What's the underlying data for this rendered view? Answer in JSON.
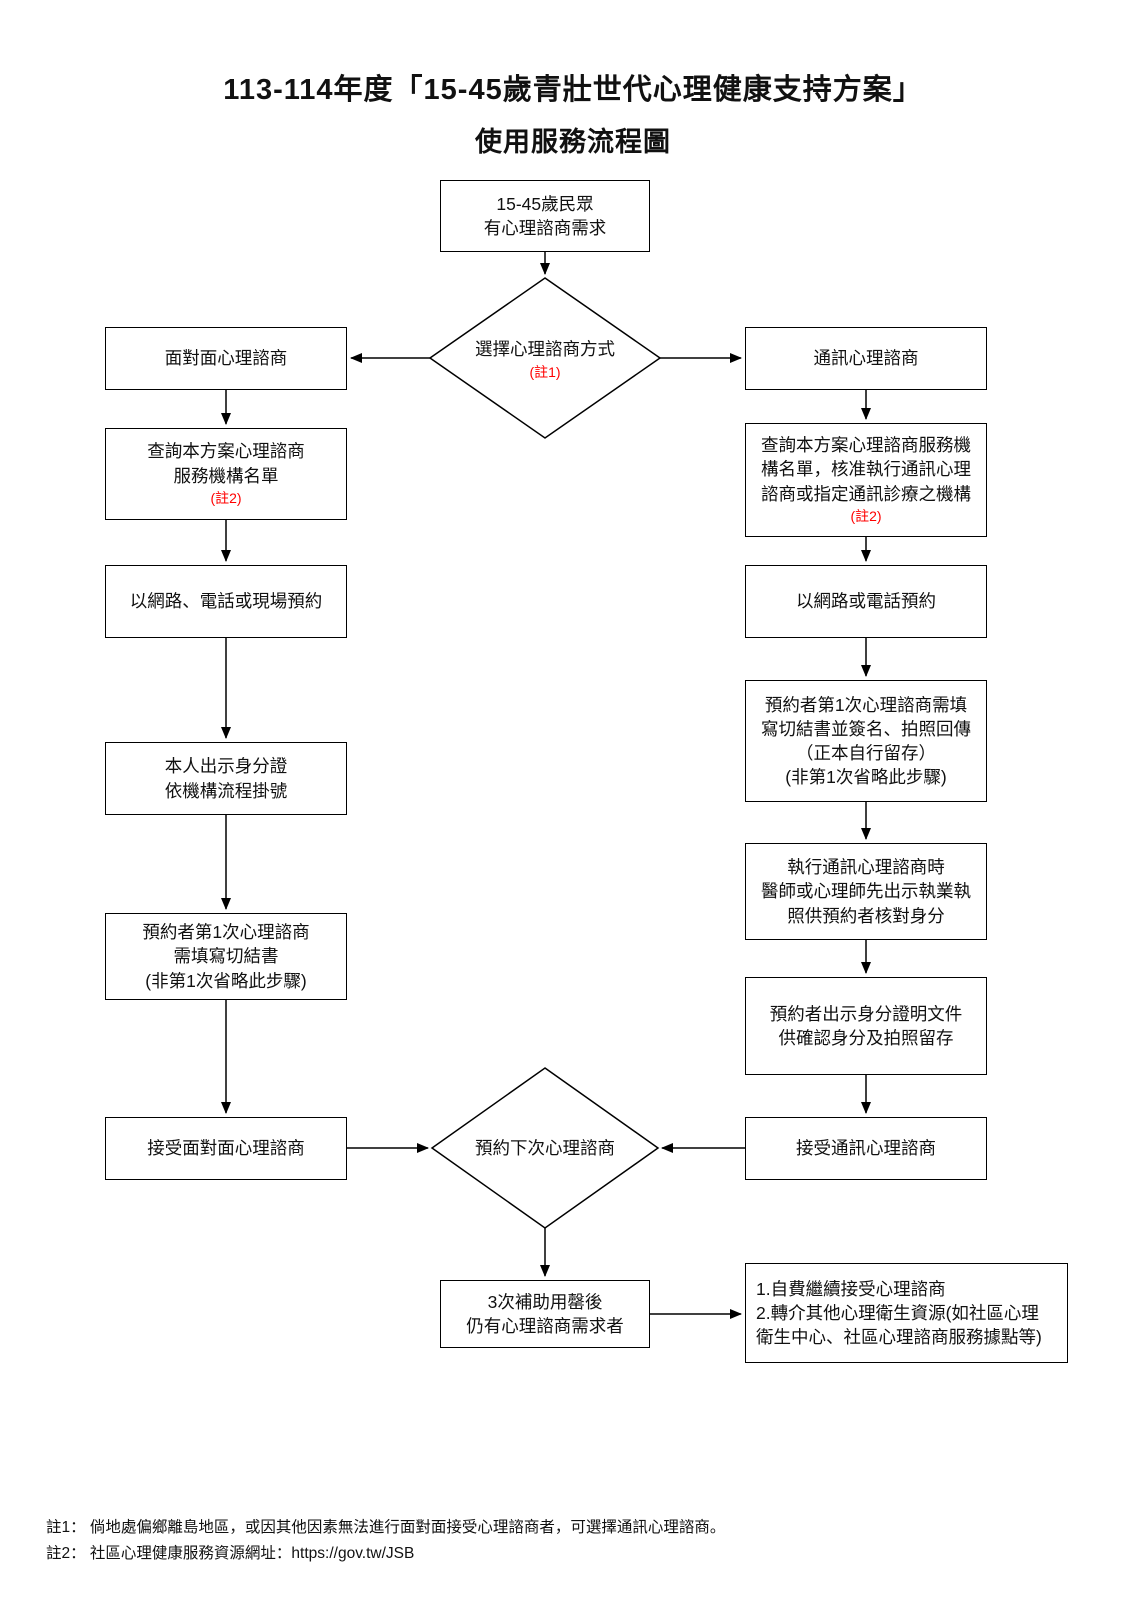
{
  "page": {
    "title_line1": "113-114年度「15-45歲青壯世代心理健康支持方案」",
    "title_line2": "使用服務流程圖"
  },
  "colors": {
    "note_red": "#FF0000",
    "line_black": "#000000",
    "background": "#FFFFFF"
  },
  "nodes": {
    "start": {
      "line1": "15-45歲民眾",
      "line2": "有心理諮商需求"
    },
    "decision_choose": {
      "label": "選擇心理諮商方式",
      "note": "(註1)"
    },
    "face_start": {
      "label": "面對面心理諮商"
    },
    "tele_start": {
      "label": "通訊心理諮商"
    },
    "face_query": {
      "line1": "查詢本方案心理諮商",
      "line2": "服務機構名單",
      "note": "(註2)"
    },
    "tele_query": {
      "line1": "查詢本方案心理諮商服務機",
      "line2": "構名單，核准執行通訊心理",
      "line3": "諮商或指定通訊診療之機構",
      "note": "(註2)"
    },
    "face_book": {
      "label": "以網路、電話或現場預約"
    },
    "tele_book": {
      "label": "以網路或電話預約"
    },
    "face_id": {
      "line1": "本人出示身分證",
      "line2": "依機構流程掛號"
    },
    "tele_consent": {
      "line1": "預約者第1次心理諮商需填",
      "line2": "寫切結書並簽名、拍照回傳",
      "line3": "（正本自行留存）",
      "line4": "(非第1次省略此步驟)"
    },
    "face_consent": {
      "line1": "預約者第1次心理諮商",
      "line2": "需填寫切結書",
      "line3": "(非第1次省略此步驟)"
    },
    "tele_license": {
      "line1": "執行通訊心理諮商時",
      "line2": "醫師或心理師先出示執業執",
      "line3": "照供預約者核對身分"
    },
    "tele_verify": {
      "line1": "預約者出示身分證明文件",
      "line2": "供確認身分及拍照留存"
    },
    "face_receive": {
      "label": "接受面對面心理諮商"
    },
    "tele_receive": {
      "label": "接受通訊心理諮商"
    },
    "decision_next": {
      "label": "預約下次心理諮商"
    },
    "exhausted": {
      "line1": "3次補助用罄後",
      "line2": "仍有心理諮商需求者"
    },
    "options": {
      "line1": "1.自費繼續接受心理諮商",
      "line2": "2.轉介其他心理衛生資源(如社區心理",
      "line3": "衛生中心、社區心理諮商服務據點等)"
    }
  },
  "footnotes": {
    "note1": "註1： 倘地處偏鄉離島地區，或因其他因素無法進行面對面接受心理諮商者，可選擇通訊心理諮商。",
    "note2": "註2： 社區心理健康服務資源網址：https://gov.tw/JSB"
  }
}
